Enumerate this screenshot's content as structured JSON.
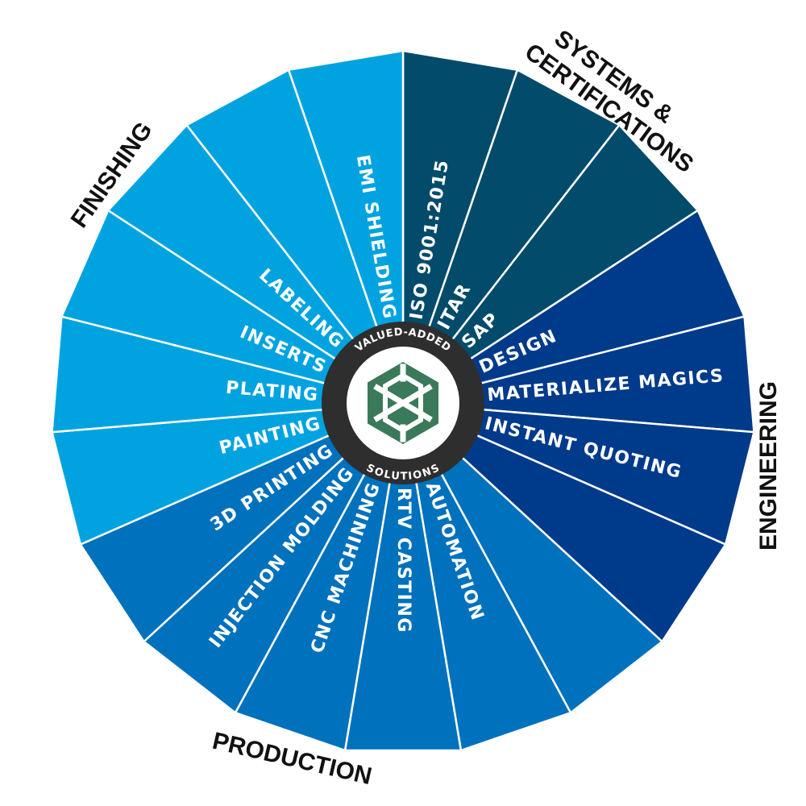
{
  "hub": {
    "top_text": "VALUED-ADDED",
    "bottom_text": "SOLUTIONS",
    "logo": "hexagon-logo-icon",
    "ring_color": "#2e2e2e",
    "logo_color": "#3a7a5a"
  },
  "segments": [
    {
      "label": "ISO 9001:2015",
      "color": "#034b6b"
    },
    {
      "label": "ITAR",
      "color": "#034b6b"
    },
    {
      "label": "SAP",
      "color": "#034b6b"
    },
    {
      "label": "DESIGN",
      "color": "#003a8a"
    },
    {
      "label": "MATERIALIZE MAGICS",
      "color": "#003a8a"
    },
    {
      "label": "INSTANT QUOTING",
      "color": "#003a8a"
    },
    {
      "label": "",
      "color": "#003a8a"
    },
    {
      "label": "",
      "color": "#0071bc"
    },
    {
      "label": "AUTOMATION",
      "color": "#0071bc"
    },
    {
      "label": "RTV CASTING",
      "color": "#0071bc"
    },
    {
      "label": "CNC MACHINING",
      "color": "#0071bc"
    },
    {
      "label": "INJECTION MOLDING",
      "color": "#0071bc"
    },
    {
      "label": "3D PRINTING",
      "color": "#0071bc"
    },
    {
      "label": "PAINTING",
      "color": "#00a3e0"
    },
    {
      "label": "PLATING",
      "color": "#00a3e0"
    },
    {
      "label": "INSERTS",
      "color": "#00a3e0"
    },
    {
      "label": "LABELING",
      "color": "#00a3e0"
    },
    {
      "label": "",
      "color": "#00a3e0"
    },
    {
      "label": "EMI SHIELDING",
      "color": "#00a3e0"
    }
  ],
  "categories": {
    "systems_line1": "SYSTEMS &",
    "systems_line2": "CERTIFICATIONS",
    "engineering": "ENGINEERING",
    "production": "PRODUCTION",
    "finishing": "FINISHING"
  }
}
